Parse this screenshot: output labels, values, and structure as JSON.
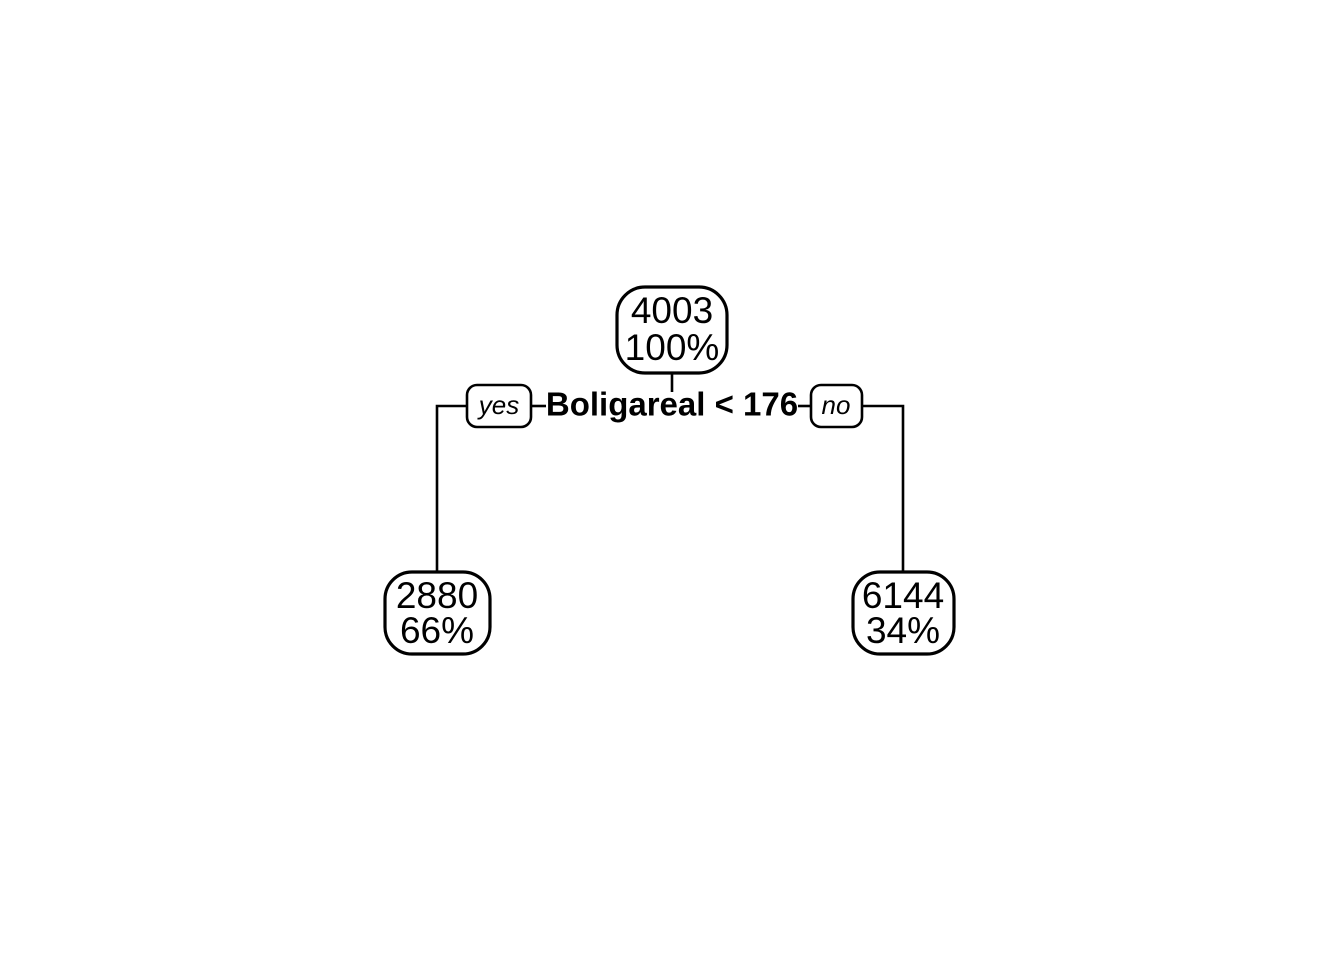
{
  "chart_data": {
    "type": "diagram",
    "diagram_kind": "decision-tree",
    "title": "",
    "root_split": {
      "label": "Boligareal < 176",
      "variable": "Boligareal",
      "operator": "<",
      "threshold": 176,
      "yes_label": "yes",
      "no_label": "no"
    },
    "nodes": [
      {
        "id": "root",
        "value": "4003",
        "percent": "100%",
        "fill": "#c6dcf0",
        "role": "root"
      },
      {
        "id": "leaf-left",
        "value": "2880",
        "percent": "66%",
        "fill": "#f2f8fd",
        "role": "leaf",
        "branch": "yes"
      },
      {
        "id": "leaf-right",
        "value": "6144",
        "percent": "34%",
        "fill": "#6fb2dd",
        "role": "leaf",
        "branch": "no"
      }
    ]
  },
  "tree": {
    "root": {
      "value": "4003",
      "percent": "100%"
    },
    "split": {
      "label": "Boligareal < 176",
      "yes": "yes",
      "no": "no"
    },
    "left_leaf": {
      "value": "2880",
      "percent": "66%"
    },
    "right_leaf": {
      "value": "6144",
      "percent": "34%"
    }
  },
  "colors": {
    "root_fill": "#c6dcf0",
    "left_leaf_fill": "#f2f8fd",
    "right_leaf_fill": "#6fb2dd",
    "stroke": "#000000",
    "background": "#ffffff"
  }
}
